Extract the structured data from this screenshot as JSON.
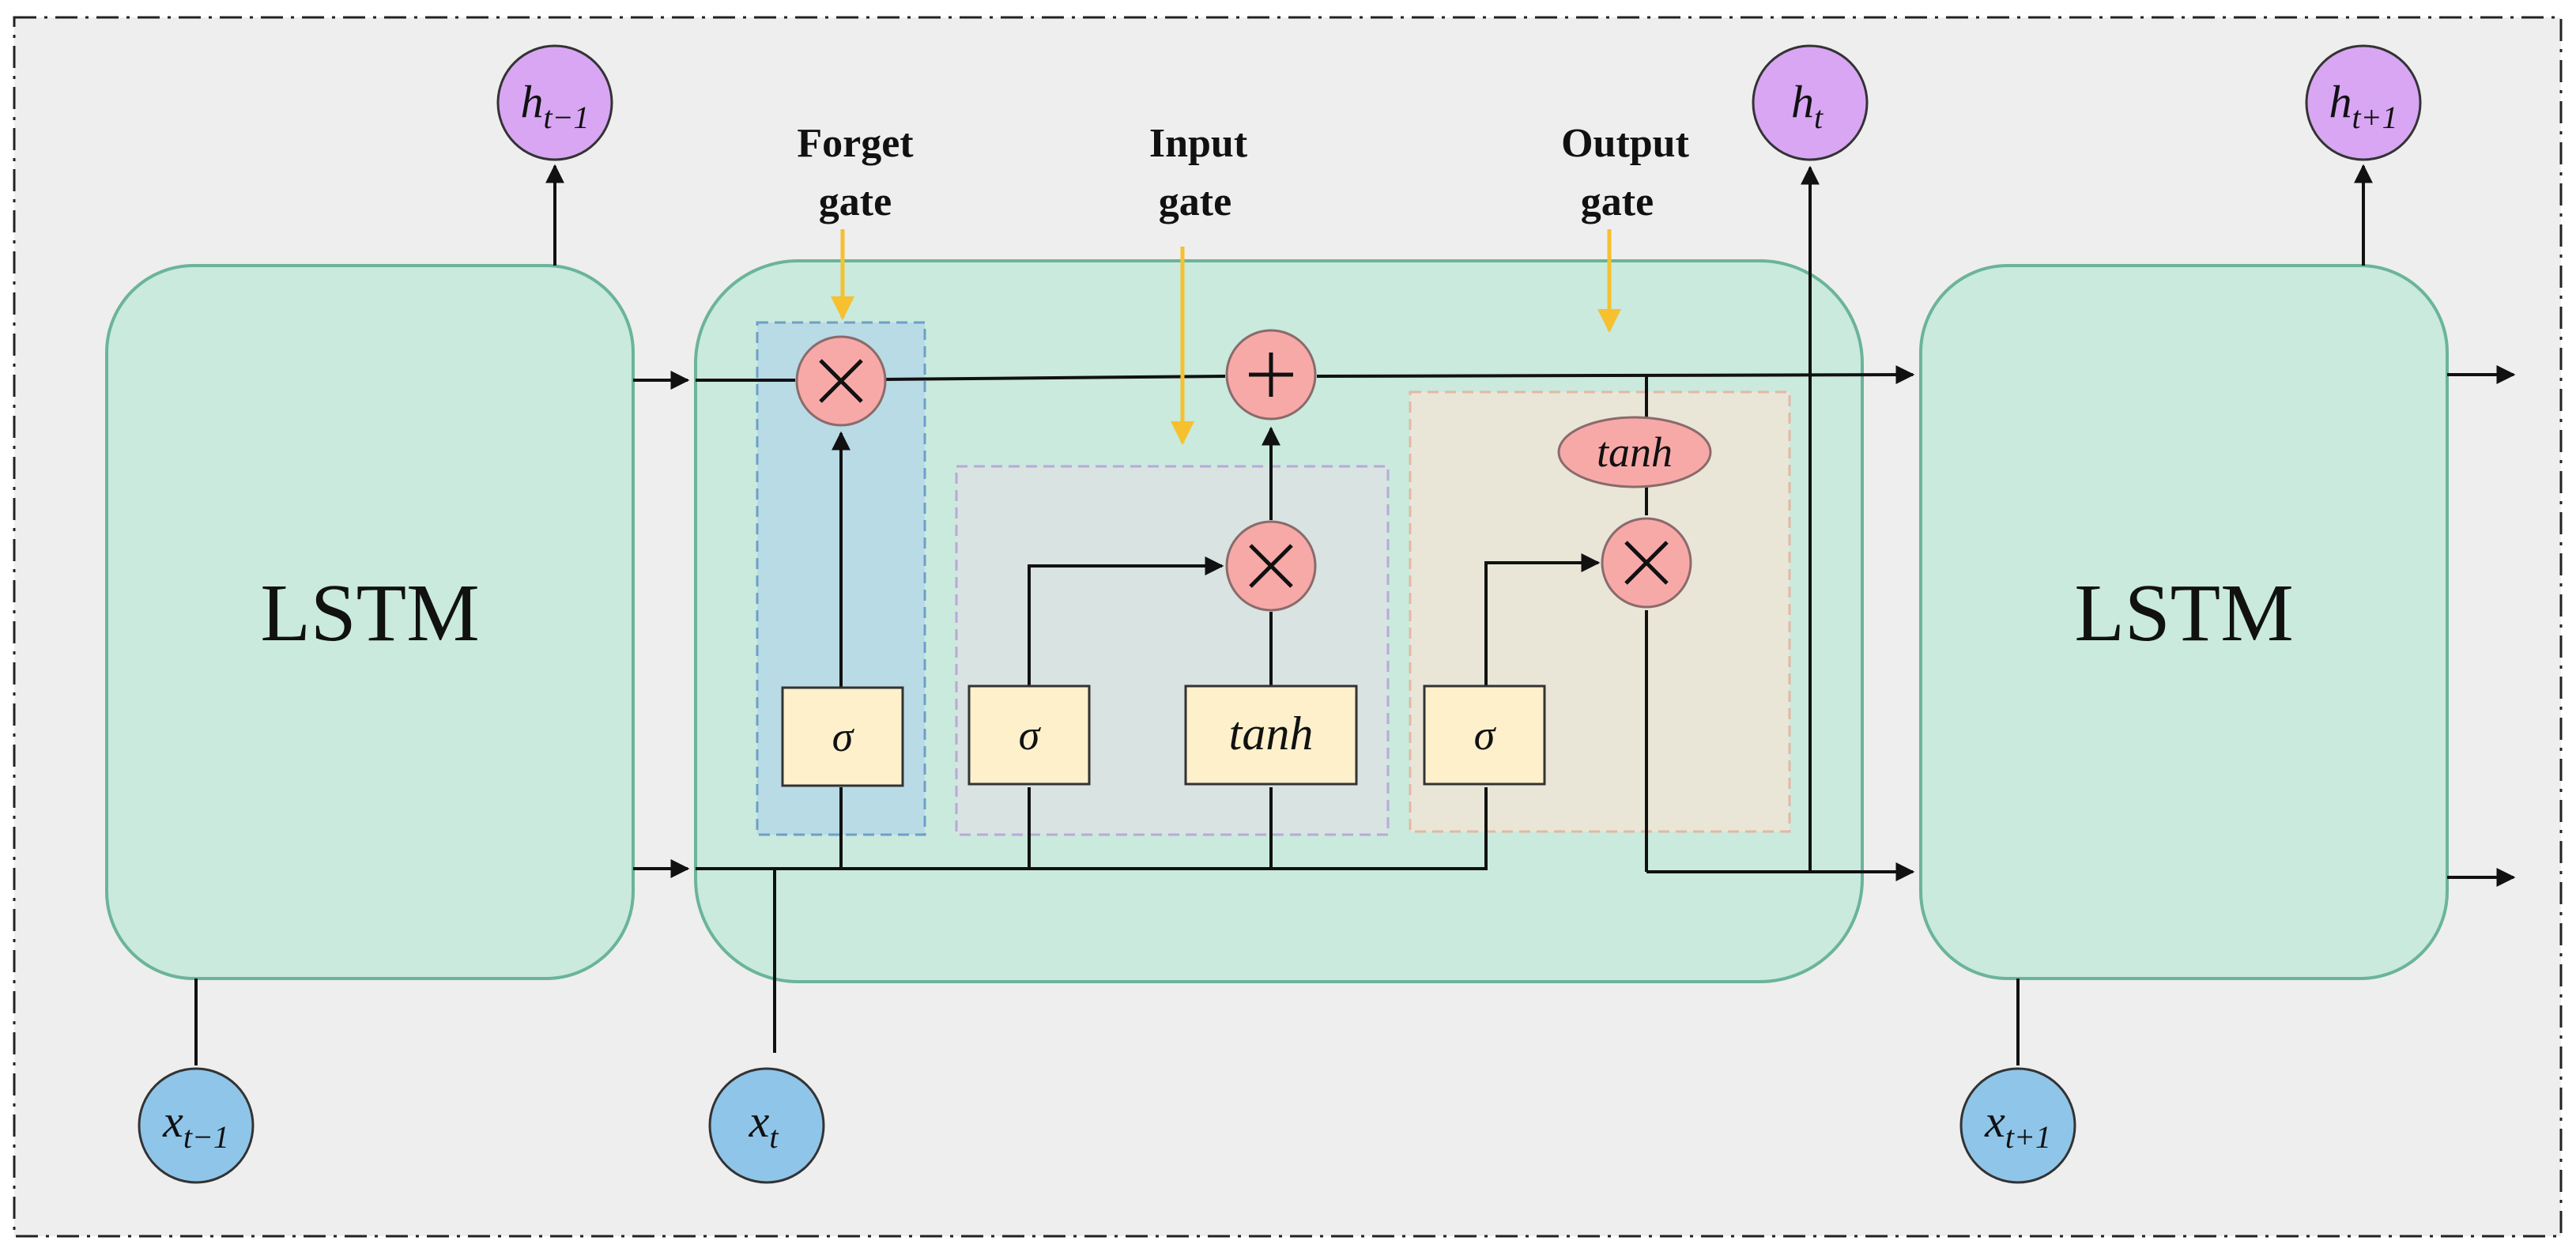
{
  "lstm_left": "LSTM",
  "lstm_right": "LSTM",
  "gates": {
    "forget": [
      "Forget",
      "gate"
    ],
    "input": [
      "Input",
      "gate"
    ],
    "output": [
      "Output",
      "gate"
    ]
  },
  "activations": {
    "sigma": "σ",
    "tanh": "tanh"
  },
  "inputs": {
    "prev": {
      "base": "x",
      "sub": "t−1"
    },
    "curr": {
      "base": "x",
      "sub": "t"
    },
    "next": {
      "base": "x",
      "sub": "t+1"
    }
  },
  "outputs": {
    "prev": {
      "base": "h",
      "sub": "t−1"
    },
    "curr": {
      "base": "h",
      "sub": "t"
    },
    "next": {
      "base": "h",
      "sub": "t+1"
    }
  },
  "colors": {
    "background": "#eeeeee",
    "cell_fill": "#c9eadd",
    "cell_stroke": "#6bb49a",
    "forget_region": "#b8dbe6",
    "input_region": "#d8e3e2",
    "output_region": "#e9e6d8",
    "op_node": "#f7a9a8",
    "activation_box": "#fdf0cb",
    "input_node": "#8fc5e9",
    "output_node": "#d8a6f3",
    "gate_arrow": "#f6c02e"
  }
}
